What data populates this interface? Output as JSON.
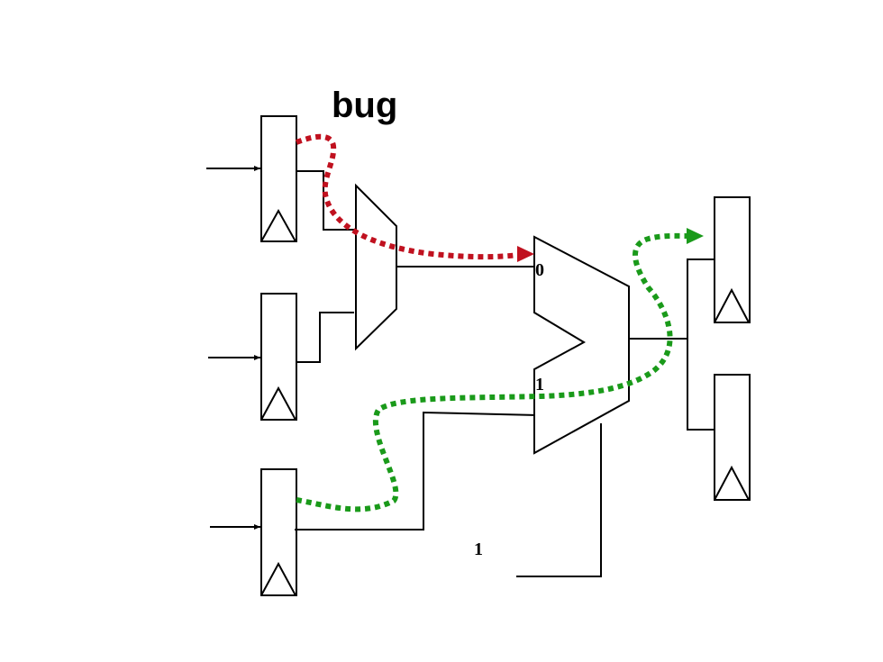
{
  "title": "bug",
  "labels": {
    "mux_in0": "0",
    "mux_in1": "1",
    "select_value": "1"
  },
  "colors": {
    "background": "#ffffff",
    "line": "#000000",
    "bug_path": "#c0111f",
    "good_path": "#1a9a1a"
  }
}
